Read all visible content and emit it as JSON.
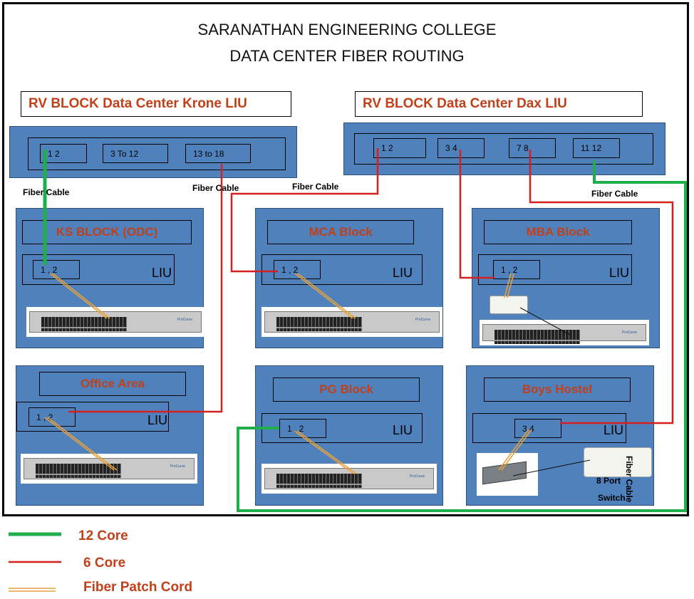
{
  "title_line1": "SARANATHAN ENGINEERING COLLEGE",
  "title_line2": "DATA CENTER FIBER ROUTING",
  "krone": {
    "label": "RV BLOCK  Data Center Krone LIU",
    "ports": [
      "1     2",
      "3  To 12",
      "13 to 18"
    ]
  },
  "dax": {
    "label": "RV BLOCK  Data Center Dax LIU",
    "ports": [
      "1        2",
      "3    4",
      "7    8",
      "11  12"
    ]
  },
  "cable_label": "Fiber Cable",
  "liu_text": "LIU",
  "blocks": {
    "ks": {
      "title": "KS BLOCK (ODC)",
      "port": "1 , 2"
    },
    "mca": {
      "title": "MCA Block",
      "port": "1 , 2"
    },
    "mba": {
      "title": "MBA Block",
      "port": "1 , 2"
    },
    "office": {
      "title": "Office Area",
      "port": "1 , 2"
    },
    "pg": {
      "title": "PG Block",
      "port": "1 , 2"
    },
    "hostel": {
      "title": "Boys Hostel",
      "port": "3    4"
    }
  },
  "switch_8port_line1": "8 Port",
  "switch_8port_line2": "Switch",
  "legend": {
    "core12": "12 Core",
    "core6": "6 Core",
    "patch": "Fiber Patch Cord"
  },
  "colors": {
    "core12": "#1fae4b",
    "core6": "#d62020",
    "patch": "#e6a23c",
    "panel": "#4f81bd",
    "heading": "#c0401a"
  }
}
